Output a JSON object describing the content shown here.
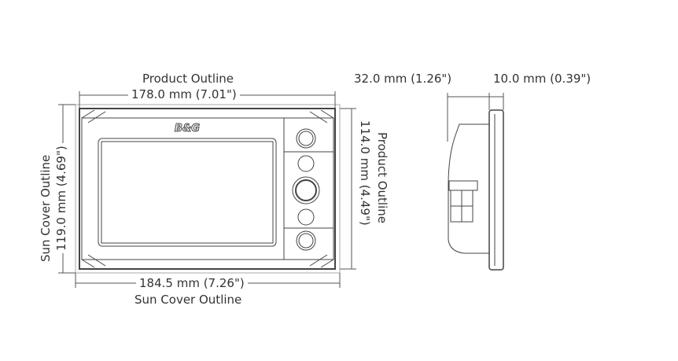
{
  "front": {
    "top_label": "Product Outline",
    "top_dim": "178.0 mm (7.01\")",
    "bottom_dim": "184.5 mm (7.26\")",
    "bottom_label": "Sun Cover Outline",
    "left_label": "Sun Cover Outline",
    "left_dim": "119.0 mm (4.69\")",
    "right_dim": "114.0 mm (4.49\")",
    "right_label": "Product Outline",
    "logo": "B&G"
  },
  "side": {
    "depth_dim": "32.0 mm (1.26\")",
    "bezel_dim": "10.0 mm (0.39\")"
  }
}
